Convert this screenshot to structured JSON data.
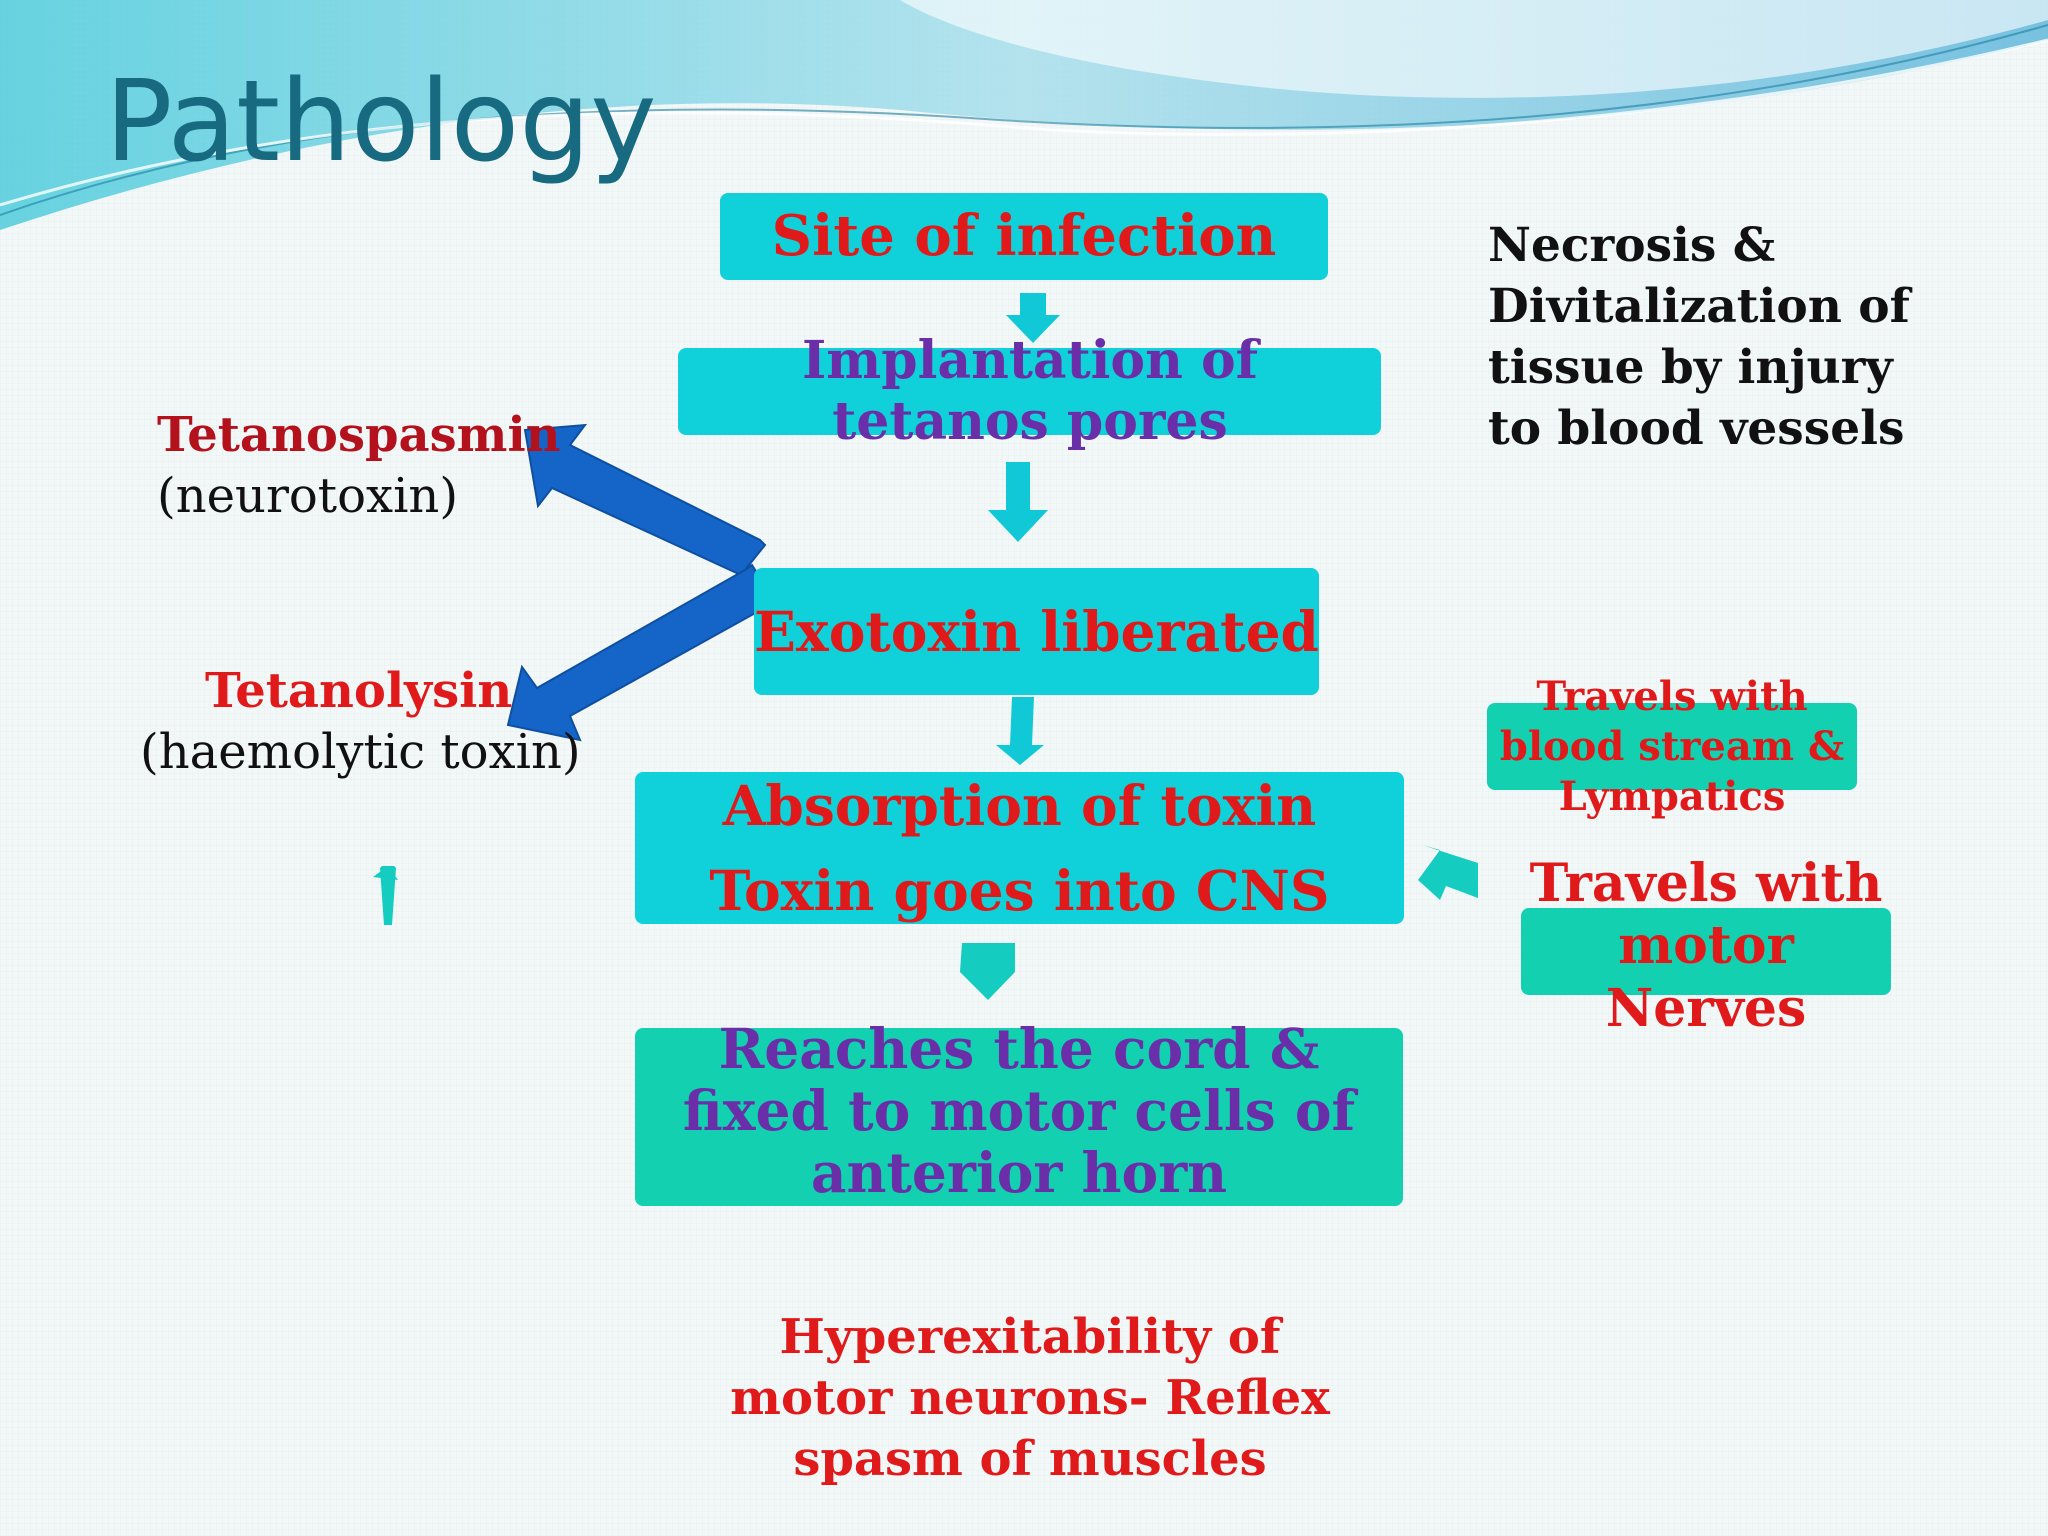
{
  "slide": {
    "title": "Pathology"
  },
  "flow": {
    "site": "Site of infection",
    "implantation": "Implantation of tetanos pores",
    "exotoxin": "Exotoxin liberated",
    "absorption_line1": "Absorption of toxin",
    "absorption_line2": "Toxin goes into  CNS",
    "reaches": "Reaches the cord & fixed to motor cells of anterior horn",
    "hyperexcitability": "Hyperexitability  of motor neurons- Reflex spasm of muscles"
  },
  "left": {
    "tetanospasmin_name": "Tetanospasmin",
    "tetanospasmin_desc": "(neurotoxin)",
    "tetanolysin_name": "Tetanolysin",
    "tetanolysin_desc": "(haemolytic toxin)"
  },
  "right": {
    "necrosis": "Necrosis & Divitalization of tissue by injury to blood vessels",
    "travels_blood": "Travels with blood stream  & Lympatics",
    "travels_motor": "Travels with motor Nerves"
  },
  "colors": {
    "cyan_box": "#10d1d9",
    "teal_box": "#12d0b0",
    "blue_arrow": "#1565c8",
    "title": "#176a80"
  }
}
